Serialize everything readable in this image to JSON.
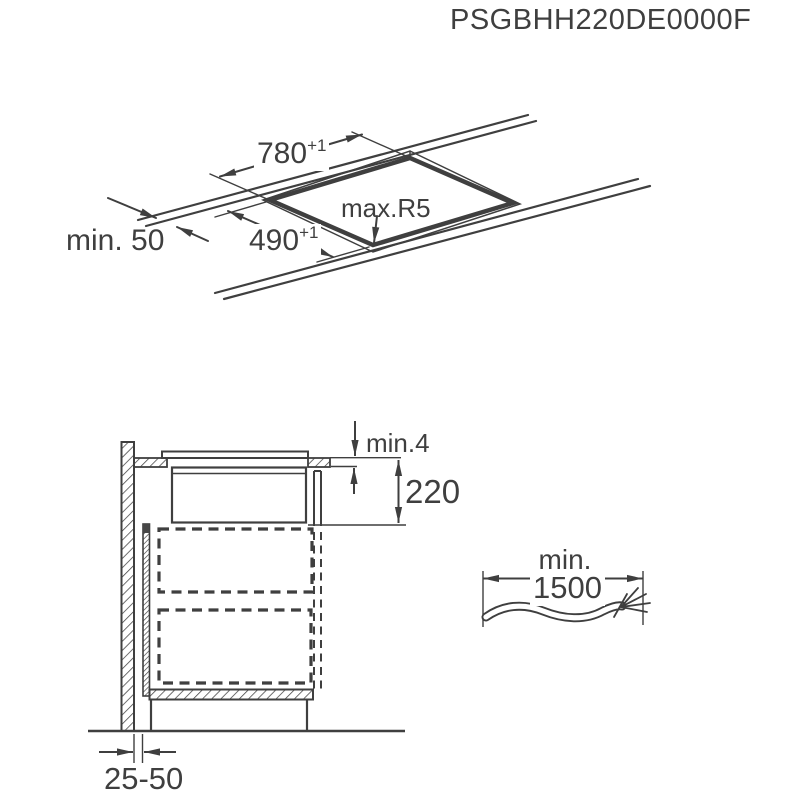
{
  "title": "PSGBHH220DE0000F",
  "line_color": "#3f3f3f",
  "cutout_view": {
    "width": "780",
    "width_sup": "+1",
    "depth": "490",
    "depth_sup": "+1",
    "radius": "max.R5",
    "rear_clearance": "min. 50"
  },
  "side_view": {
    "gap": "min.4",
    "height": "220",
    "wall_distance": "25-50"
  },
  "cable_view": {
    "min": "min.",
    "length": "1500"
  }
}
